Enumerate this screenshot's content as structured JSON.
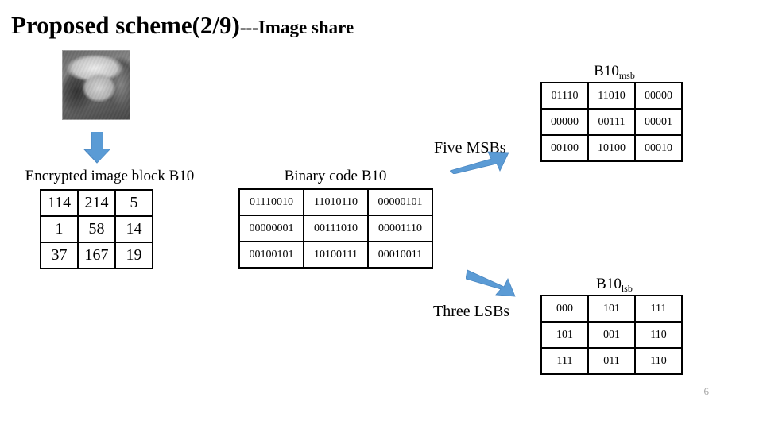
{
  "slide": {
    "title_main": "Proposed scheme(2/9)",
    "title_sub": "---Image share",
    "page_number": "6",
    "accent_blue": "#5B9BD5"
  },
  "source_image": {
    "alt_name": "lena-grayscale-thumbnail"
  },
  "arrows": {
    "down_label": "down-arrow",
    "up_right_label": "up-right-arrow",
    "down_right_label": "down-right-arrow"
  },
  "labels": {
    "five_msbs": "Five MSBs",
    "three_lsbs": "Three LSBs"
  },
  "tables": {
    "encrypted": {
      "caption": "Encrypted image block B10",
      "rows": [
        [
          "114",
          "214",
          "5"
        ],
        [
          "1",
          "58",
          "14"
        ],
        [
          "37",
          "167",
          "19"
        ]
      ]
    },
    "binary": {
      "caption": "Binary code B10",
      "rows": [
        [
          "01110010",
          "11010110",
          "00000101"
        ],
        [
          "00000001",
          "00111010",
          "00001110"
        ],
        [
          "00100101",
          "10100111",
          "00010011"
        ]
      ]
    },
    "msb": {
      "caption_main": "B10",
      "caption_sub": "msb",
      "rows": [
        [
          "01110",
          "11010",
          "00000"
        ],
        [
          "00000",
          "00111",
          "00001"
        ],
        [
          "00100",
          "10100",
          "00010"
        ]
      ]
    },
    "lsb": {
      "caption_main": "B10",
      "caption_sub": "lsb",
      "rows": [
        [
          "000",
          "101",
          "111"
        ],
        [
          "101",
          "001",
          "110"
        ],
        [
          "111",
          "011",
          "110"
        ]
      ]
    }
  }
}
